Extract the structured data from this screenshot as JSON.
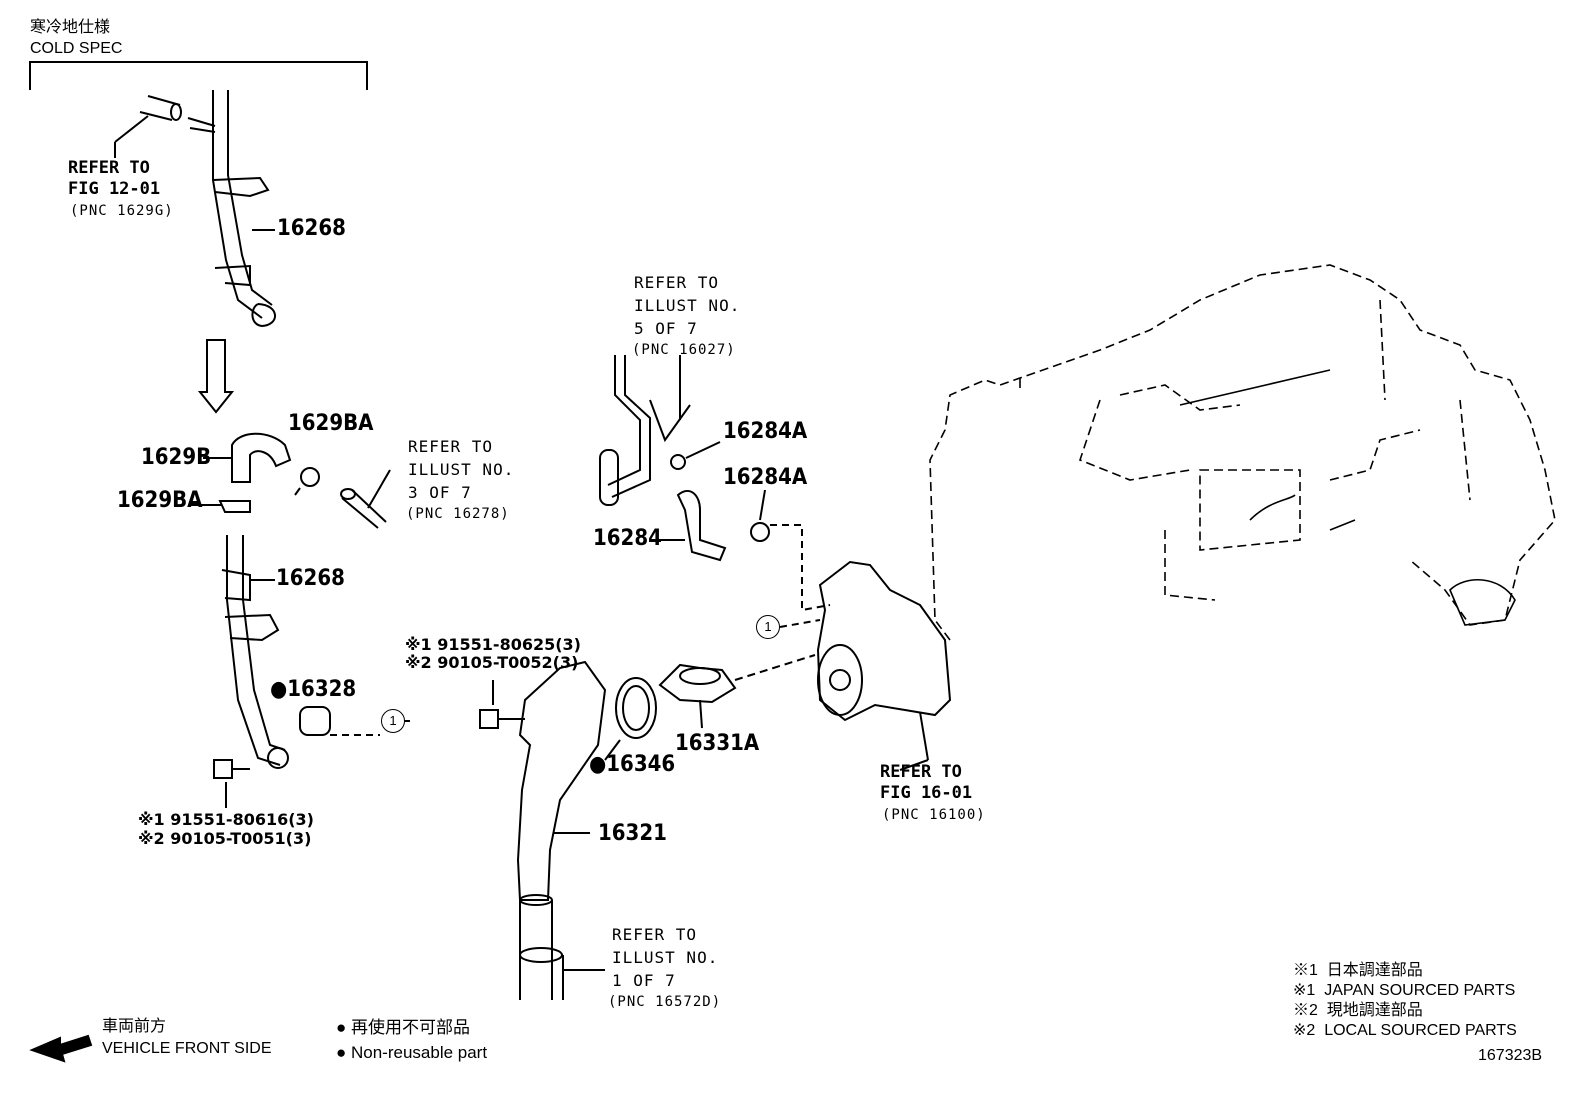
{
  "cold_spec": {
    "title_jp": "寒冷地仕様",
    "title_en": "COLD SPEC"
  },
  "refs": {
    "fig1201": [
      "REFER TO",
      "FIG 12-01",
      "(PNC 1629G)"
    ],
    "illust3": [
      "REFER TO",
      "ILLUST NO.",
      "3 OF 7",
      "(PNC 16278)"
    ],
    "illust5": [
      "REFER TO",
      "ILLUST NO.",
      "5 OF 7",
      "(PNC 16027)"
    ],
    "illust1": [
      "REFER TO",
      "ILLUST NO.",
      "1 OF 7",
      "(PNC 16572D)"
    ],
    "fig1601": [
      "REFER TO",
      "FIG 16-01",
      "(PNC 16100)"
    ]
  },
  "parts": {
    "p16268_top": "16268",
    "p1629B": "1629B",
    "p1629BA_a": "1629BA",
    "p1629BA_b": "1629BA",
    "p16268_low": "16268",
    "p16328": "●16328",
    "bolt_a1": "※1 91551-80616(3)",
    "bolt_a2": "※2 90105-T0051(3)",
    "bolt_b1": "※1 91551-80625(3)",
    "bolt_b2": "※2 90105-T0052(3)",
    "p16346": "●16346",
    "p16331A": "16331A",
    "p16321": "16321",
    "p16284A_a": "16284A",
    "p16284A_b": "16284A",
    "p16284": "16284",
    "circle_ref": "1"
  },
  "footer": {
    "front_jp": "車両前方",
    "front_en": "VEHICLE FRONT SIDE",
    "nonreuse_jp": "● 再使用不可部品",
    "nonreuse_en": "● Non-reusable part"
  },
  "legend": [
    "※1  日本調達部品",
    "※1  JAPAN SOURCED PARTS",
    "※2  現地調達部品",
    "※2  LOCAL SOURCED PARTS"
  ],
  "illustration_id": "167323B"
}
